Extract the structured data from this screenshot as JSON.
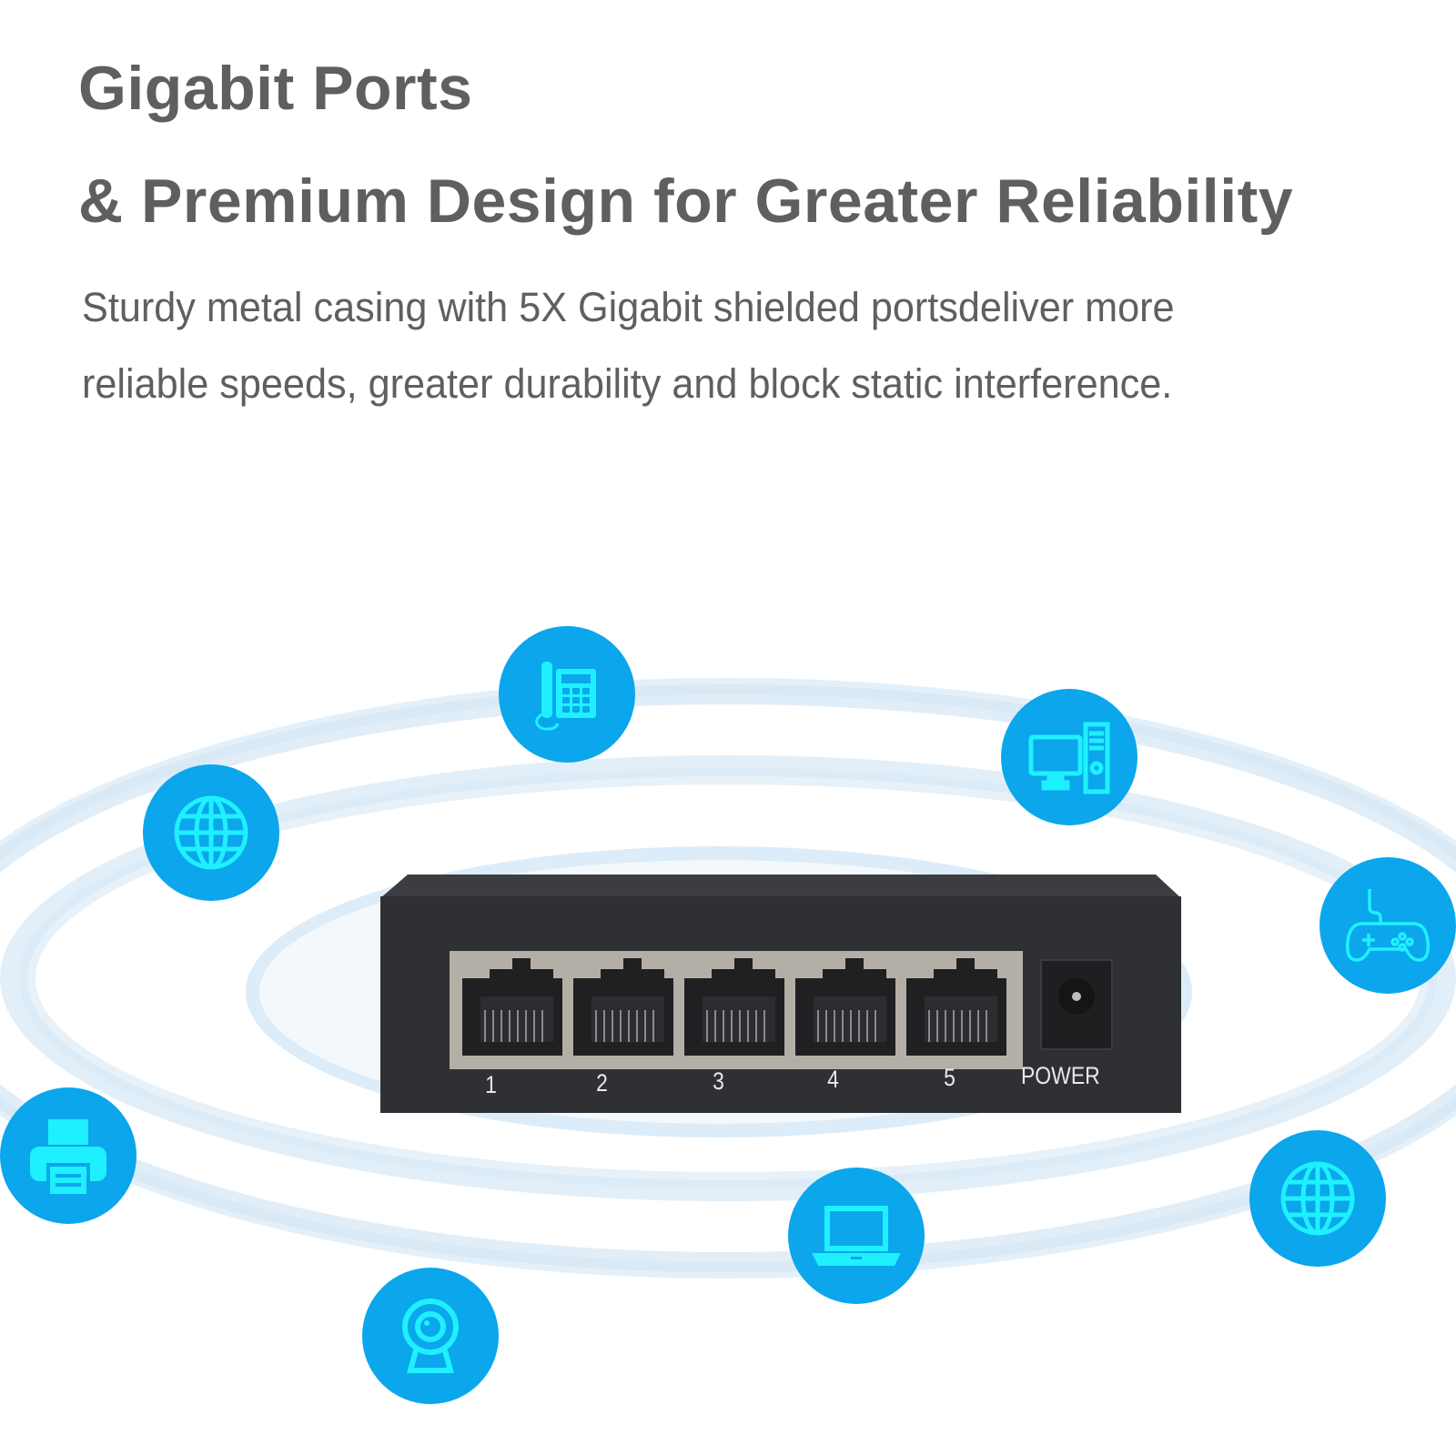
{
  "headline": {
    "line1": "Gigabit Ports",
    "line2": "& Premium Design for Greater Reliability"
  },
  "description": {
    "line1": "Sturdy metal casing with 5X Gigabit shielded portsdeliver more",
    "line2": "reliable speeds, greater durability and block static interference."
  },
  "switch": {
    "port_labels": [
      "1",
      "2",
      "3",
      "4",
      "5"
    ],
    "power_label": "POWER"
  },
  "icons": [
    {
      "name": "desk-phone-icon"
    },
    {
      "name": "globe-icon"
    },
    {
      "name": "desktop-computer-icon"
    },
    {
      "name": "game-controller-icon"
    },
    {
      "name": "printer-icon"
    },
    {
      "name": "laptop-icon"
    },
    {
      "name": "globe-icon"
    },
    {
      "name": "webcam-icon"
    }
  ],
  "colors": {
    "text": "#5f5f5f",
    "icon_bg": "#0ba6ec",
    "icon_fg": "#1ff0ff",
    "ring": "#dbeaf5",
    "switch_body": "#2f3033"
  }
}
